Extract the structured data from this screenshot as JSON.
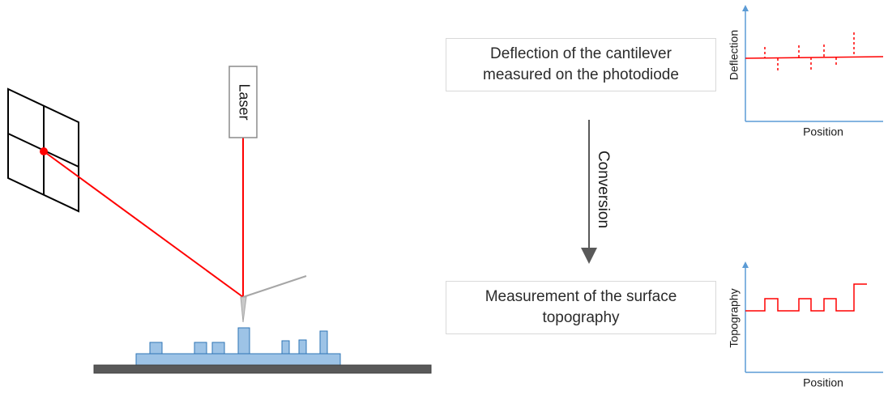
{
  "laser_label": "Laser",
  "conversion_label": "Conversion",
  "top_box": {
    "line1": "Deflection of the cantilever",
    "line2": "measured on the photodiode"
  },
  "bottom_box": {
    "line1": "Measurement of the surface",
    "line2": "topography"
  },
  "deflection_plot": {
    "ylabel": "Deflection",
    "xlabel": "Position"
  },
  "topography_plot": {
    "ylabel": "Topography",
    "xlabel": "Position"
  },
  "colors": {
    "laser_beam": "#ff0000",
    "sample": "#9dc3e6",
    "sample_edge": "#2e75b6",
    "substrate": "#595959",
    "axis": "#5b9bd5",
    "plot_trace": "#ff0000",
    "arrow": "#595959"
  }
}
